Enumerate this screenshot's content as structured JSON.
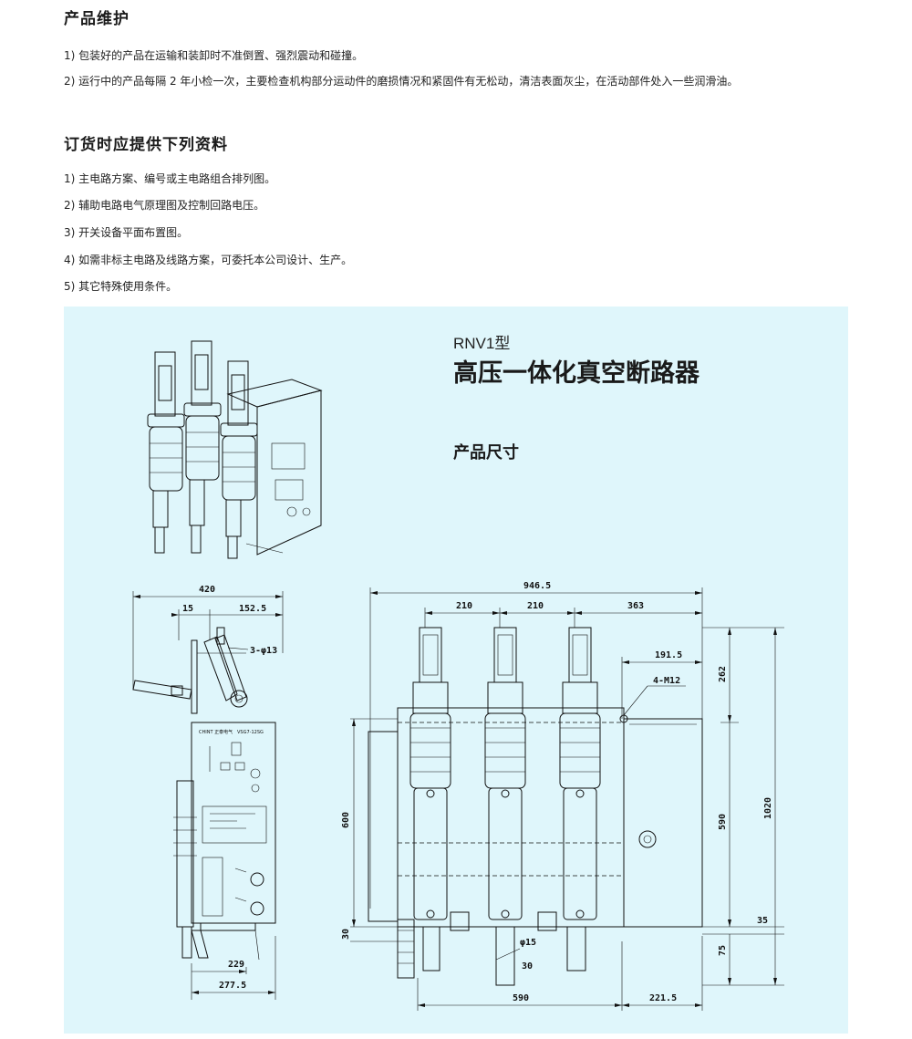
{
  "maintenance": {
    "title": "产品维护",
    "items": [
      "1) 包装好的产品在运输和装卸时不准倒置、强烈震动和碰撞。",
      "2) 运行中的产品每隔 2 年小检一次，主要检查机构部分运动件的磨损情况和紧固件有无松动，清洁表面灰尘，在活动部件处入一些润滑油。"
    ]
  },
  "ordering": {
    "title": "订货时应提供下列资料",
    "items": [
      "1) 主电路方案、编号或主电路组合排列图。",
      "2) 辅助电路电气原理图及控制回路电压。",
      "3) 开关设备平面布置图。",
      "4) 如需非标主电路及线路方案，可委托本公司设计、生产。",
      "5) 其它特殊使用条件。"
    ]
  },
  "product": {
    "model": "RNV1型",
    "name": "高压一体化真空断路器",
    "section": "产品尺寸"
  },
  "side_view": {
    "dims": [
      "420",
      "15",
      "152.5",
      "3-φ13",
      "229",
      "277.5",
      "30"
    ],
    "nameplate": [
      "CHINT 正泰电气",
      "VSG7-12SG"
    ]
  },
  "front_view": {
    "dims": [
      "946.5",
      "210",
      "210",
      "363",
      "191.5",
      "4-M12",
      "262",
      "1020",
      "590",
      "35",
      "600",
      "75",
      "φ15",
      "30",
      "590",
      "221.5"
    ]
  },
  "colors": {
    "panel_bg": "#dff6fb",
    "text": "#222222",
    "line": "#111111"
  }
}
